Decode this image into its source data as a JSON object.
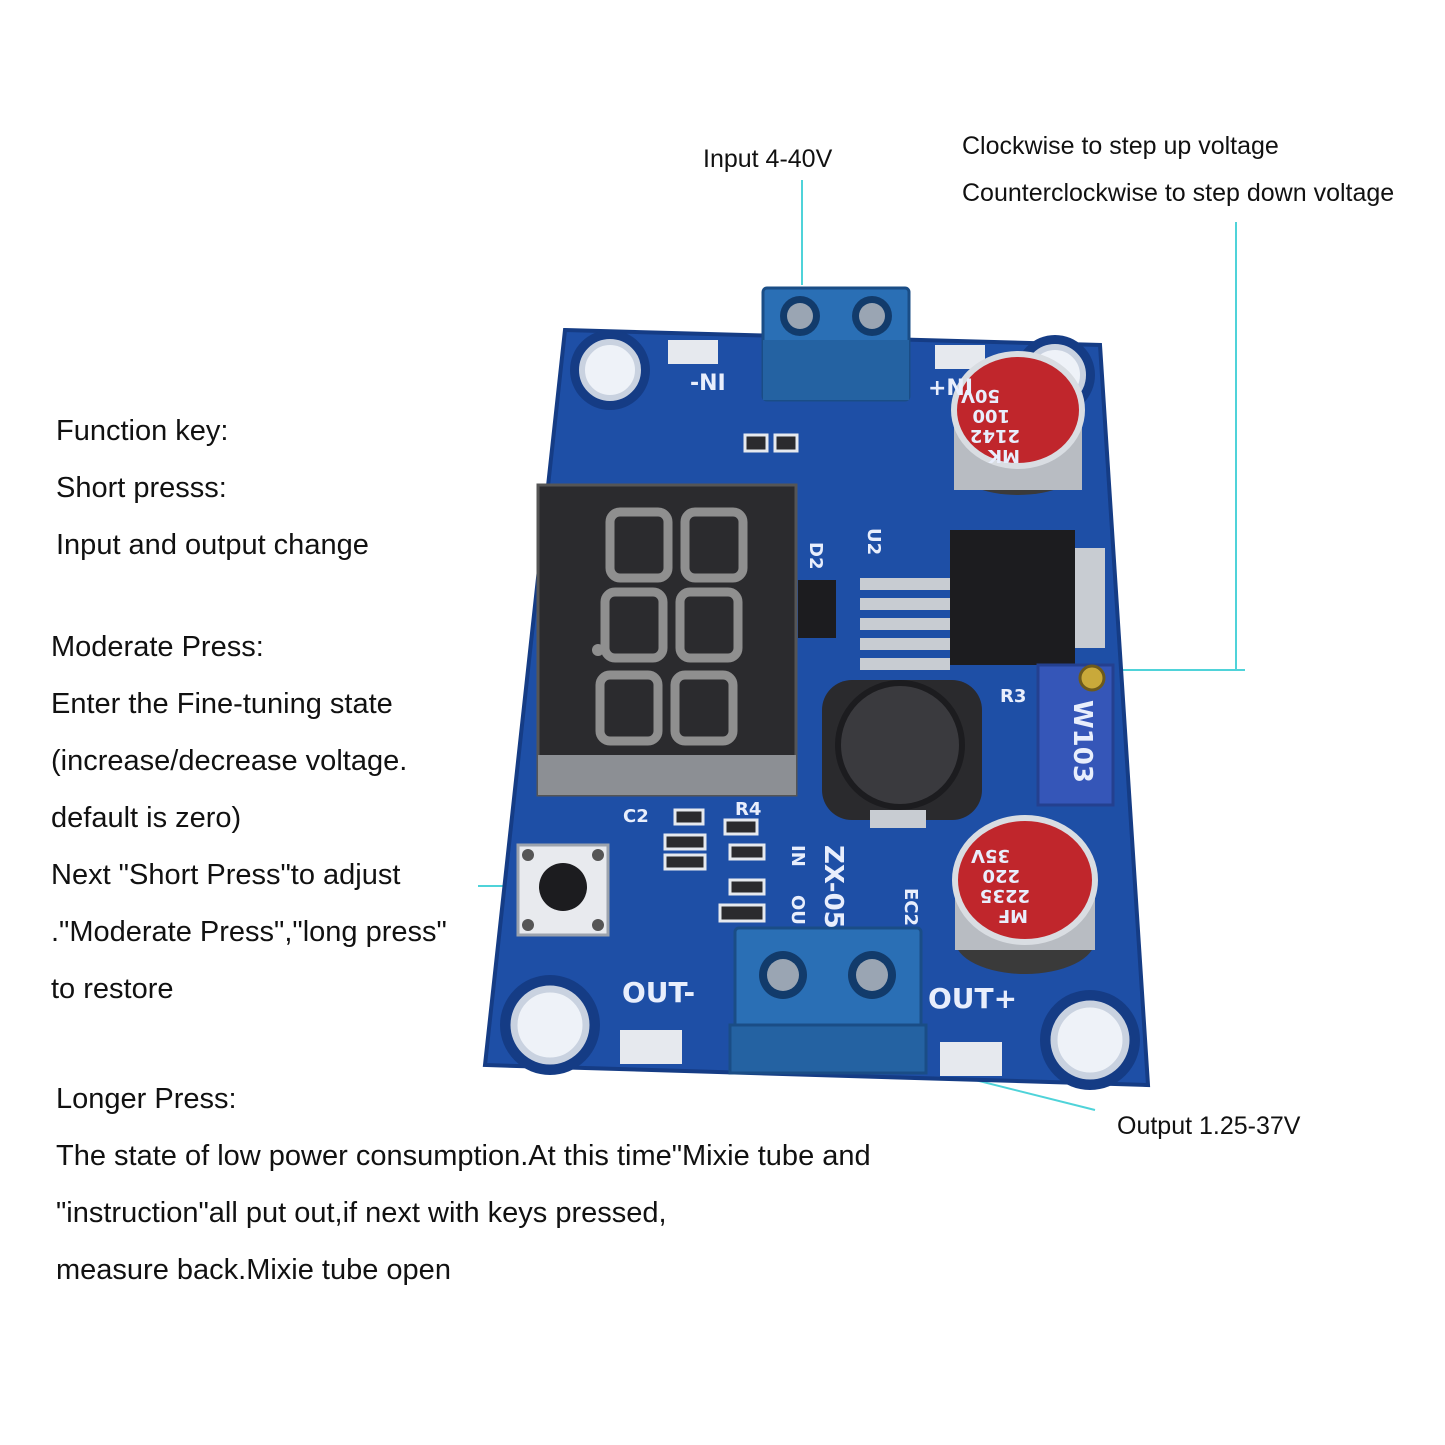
{
  "labels": {
    "input": "Input 4-40V",
    "pot_cw": "Clockwise to step up voltage",
    "pot_ccw": "Counterclockwise to step down voltage",
    "output": "Output 1.25-37V"
  },
  "function_key": {
    "lines": [
      "Function key:",
      "Short presss:",
      "Input and output change"
    ]
  },
  "moderate_press": {
    "lines": [
      "Moderate Press:",
      "Enter the Fine-tuning state",
      "(increase/decrease voltage.",
      "default is zero)",
      "Next \"Short Press\"to adjust",
      ".\"Moderate Press\",\"long press\"",
      "to restore"
    ]
  },
  "longer_press": {
    "lines": [
      "Longer Press:",
      "The state of low power consumption.At this time\"Mixie tube and",
      "\"instruction\"all put out,if next with keys pressed,",
      "measure back.Mixie tube open"
    ]
  },
  "board": {
    "silk_in_minus": "-NI",
    "silk_in_plus": "+NI",
    "silk_out_minus": "OUT-",
    "silk_out_plus": "OUT+",
    "silk_model": "ZX-05",
    "silk_r3": "R3",
    "silk_u2": "U2",
    "silk_d2": "D2",
    "silk_c2": "C2",
    "silk_r4": "R4",
    "silk_ec2": "EC2",
    "silk_in": "IN",
    "silk_out": "OU",
    "pot_marking": "W103",
    "cap1_marking": [
      "MK",
      "2142",
      "100",
      "50V"
    ],
    "cap2_marking": [
      "MF",
      "2235",
      "220",
      "35V"
    ]
  },
  "colors": {
    "pcb": "#1e4fa6",
    "pcb_dark": "#153c85",
    "terminal": "#2a6fb5",
    "leader": "#4fd3d9",
    "cap_top": "#c0262c",
    "pot": "#3556b8"
  }
}
